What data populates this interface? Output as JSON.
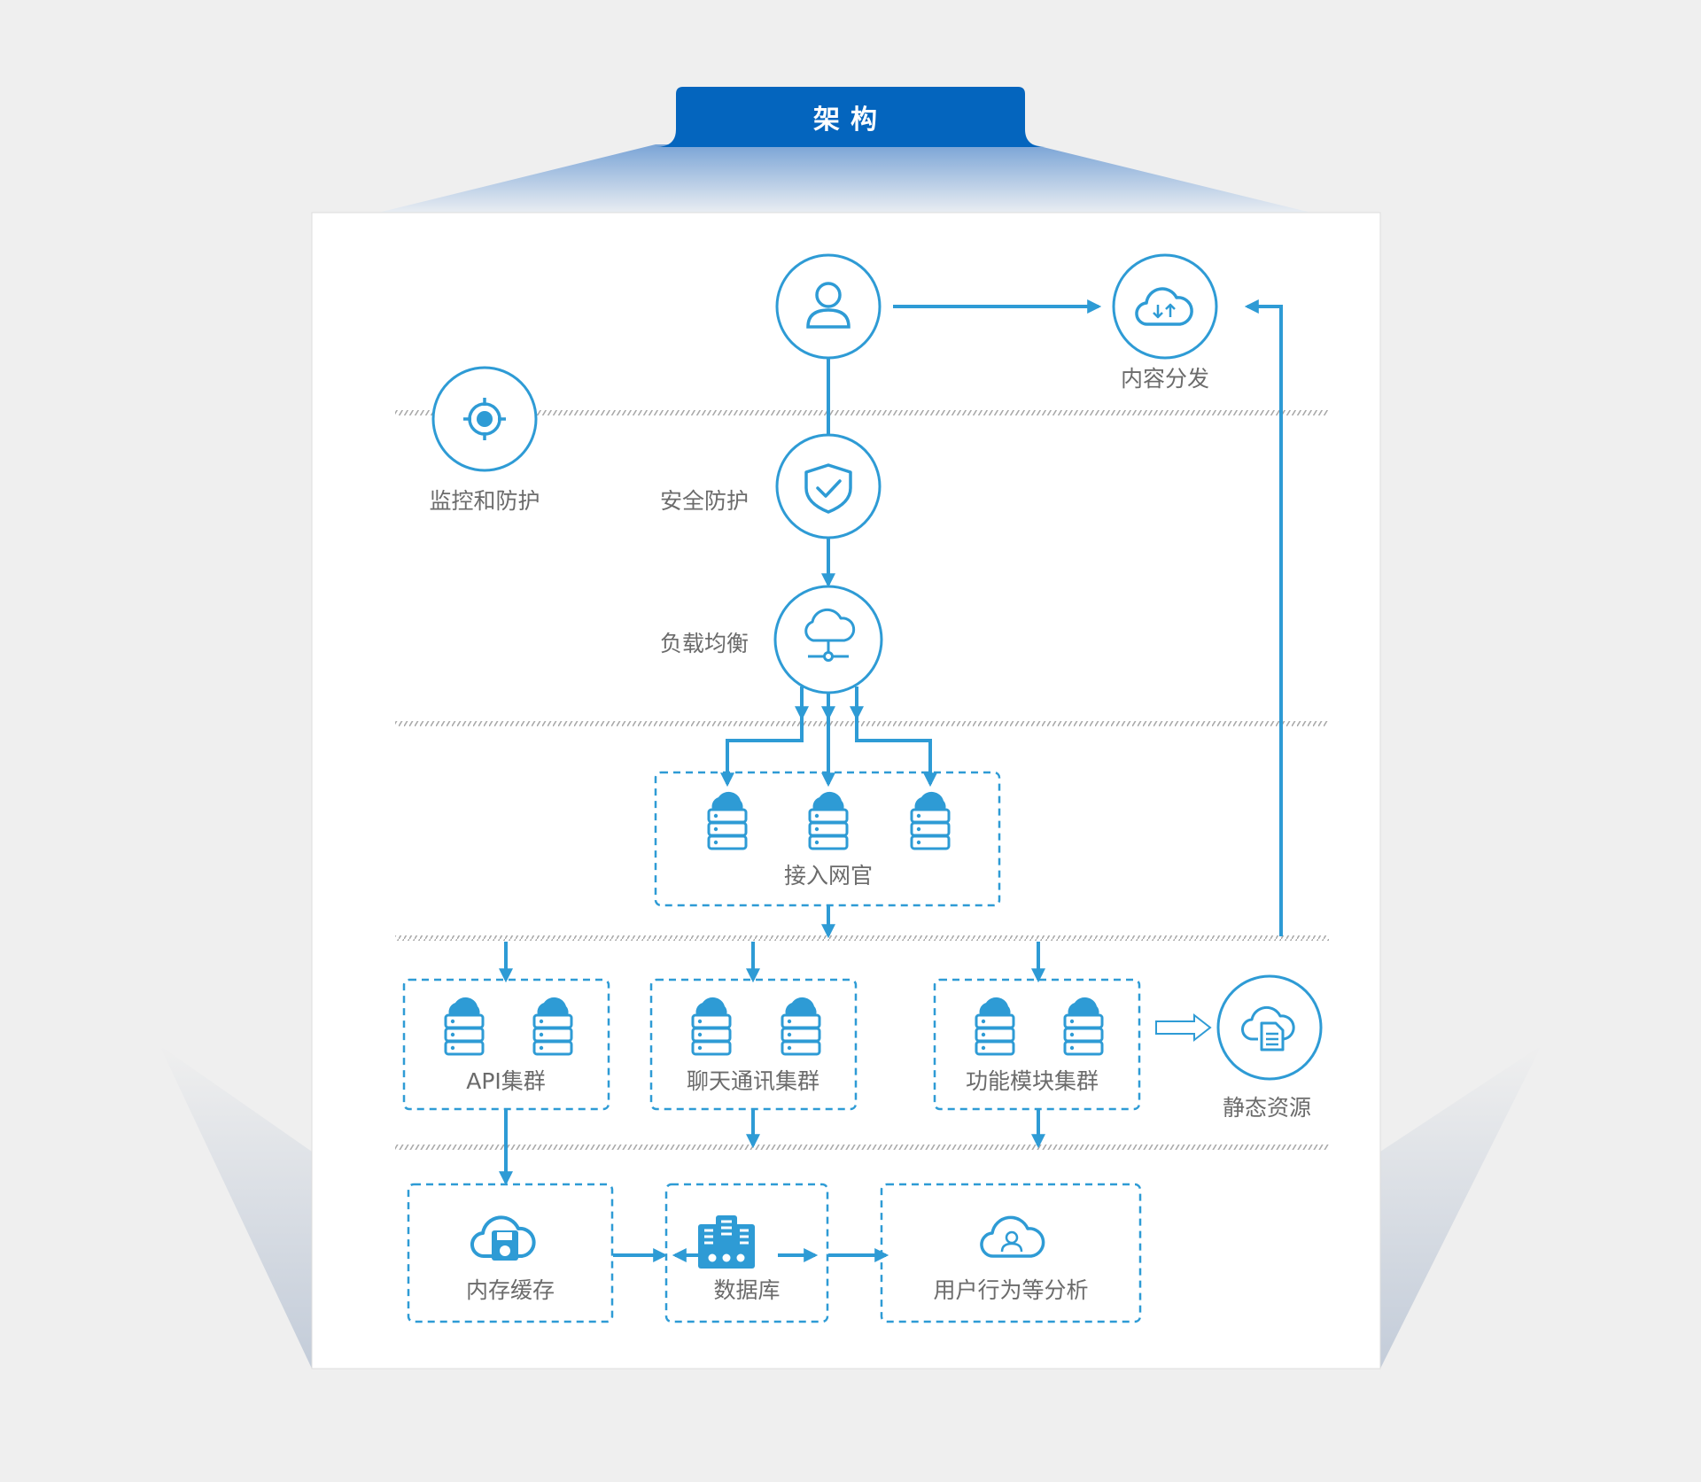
{
  "header": {
    "title": "架构"
  },
  "colors": {
    "accent": "#2e9bd5",
    "header_blue": "#0465be",
    "label_text": "#6b6b6b",
    "background": "#efefef",
    "panel": "#ffffff",
    "divider": "#b8b8b8"
  },
  "nodes": {
    "user": {
      "icon": "user-icon"
    },
    "content_delivery": {
      "label": "内容分发",
      "icon": "cloud-upload-download-icon"
    },
    "monitoring": {
      "label": "监控和防护",
      "icon": "target-icon"
    },
    "security": {
      "label": "安全防护",
      "icon": "shield-check-icon"
    },
    "load_balance": {
      "label": "负载均衡",
      "icon": "cloud-network-icon"
    },
    "access_gateway": {
      "label": "接入网官",
      "icon": "cloud-server-icon"
    },
    "api_cluster": {
      "label": "API集群",
      "icon": "cloud-server-icon"
    },
    "chat_cluster": {
      "label": "聊天通讯集群",
      "icon": "cloud-server-icon"
    },
    "feature_cluster": {
      "label": "功能模块集群",
      "icon": "cloud-server-icon"
    },
    "static_resources": {
      "label": "静态资源",
      "icon": "cloud-document-icon"
    },
    "memory_cache": {
      "label": "内存缓存",
      "icon": "cloud-floppy-icon"
    },
    "database": {
      "label": "数据库",
      "icon": "database-building-icon"
    },
    "analytics": {
      "label": "用户行为等分析",
      "icon": "cloud-user-icon"
    }
  }
}
